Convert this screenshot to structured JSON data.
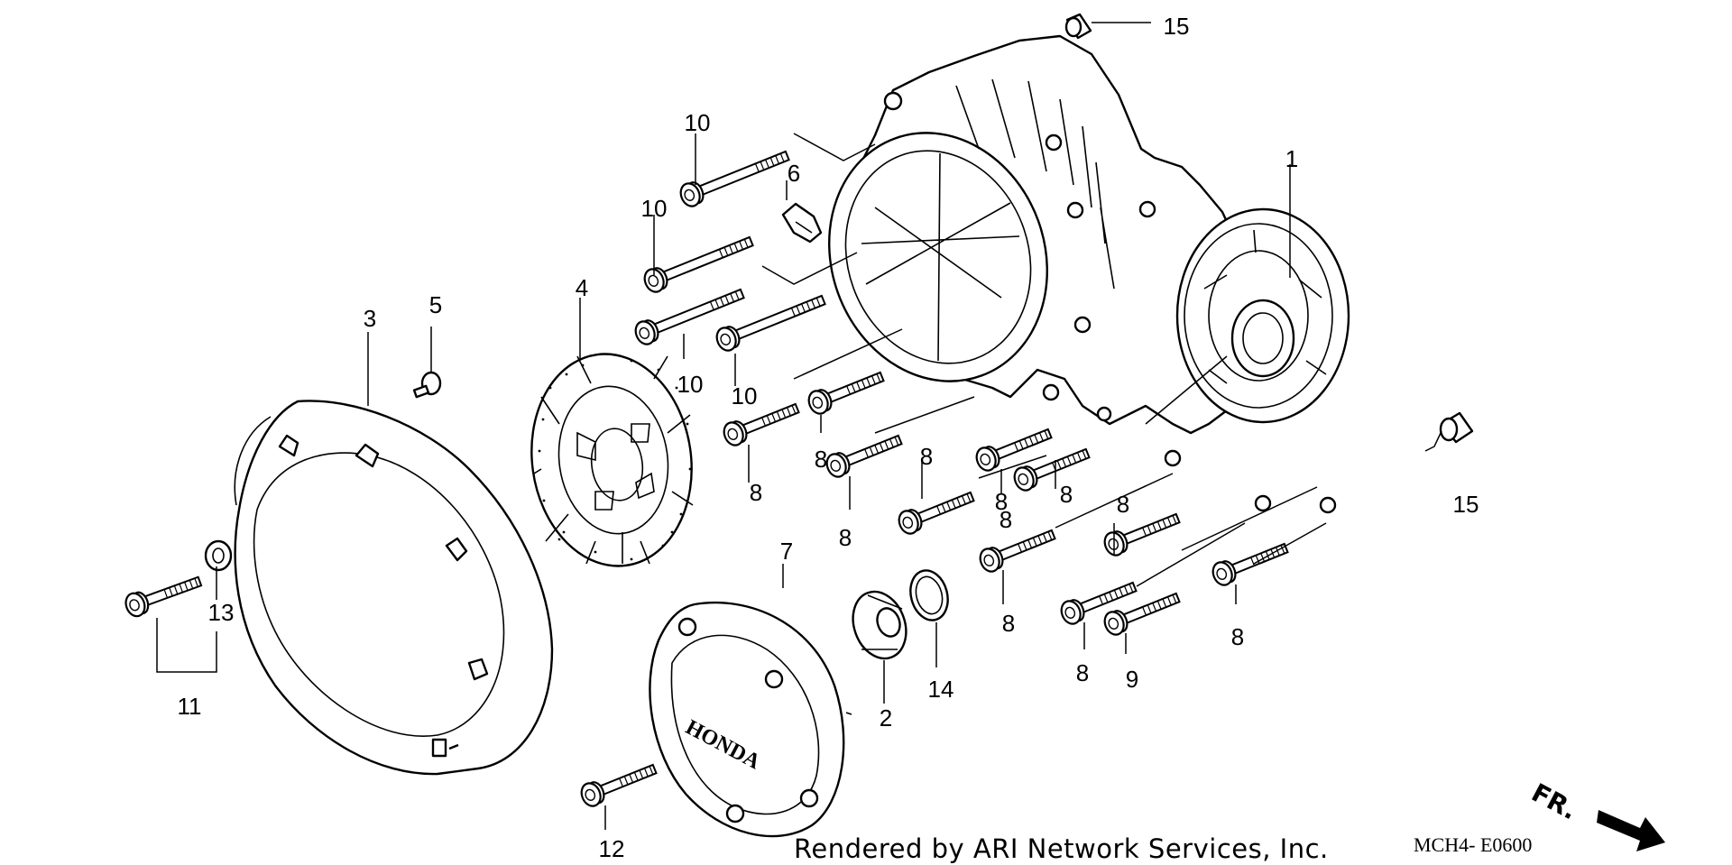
{
  "footer": {
    "credit": "Rendered by ARI Network Services, Inc.",
    "diagram_code": "MCH4- E0600"
  },
  "direction": {
    "label": "FR."
  },
  "callouts": [
    {
      "id": "c1",
      "text": "1"
    },
    {
      "id": "c2",
      "text": "2"
    },
    {
      "id": "c3",
      "text": "3"
    },
    {
      "id": "c4",
      "text": "4"
    },
    {
      "id": "c5",
      "text": "5"
    },
    {
      "id": "c6",
      "text": "6"
    },
    {
      "id": "c7",
      "text": "7"
    },
    {
      "id": "c8a",
      "text": "8"
    },
    {
      "id": "c8b",
      "text": "8"
    },
    {
      "id": "c8c",
      "text": "8"
    },
    {
      "id": "c8d",
      "text": "8"
    },
    {
      "id": "c8e",
      "text": "8"
    },
    {
      "id": "c8f",
      "text": "8"
    },
    {
      "id": "c8g",
      "text": "8"
    },
    {
      "id": "c8h",
      "text": "8"
    },
    {
      "id": "c8i",
      "text": "8"
    },
    {
      "id": "c8j",
      "text": "8"
    },
    {
      "id": "c8k",
      "text": "8"
    },
    {
      "id": "c9",
      "text": "9"
    },
    {
      "id": "c10a",
      "text": "10"
    },
    {
      "id": "c10b",
      "text": "10"
    },
    {
      "id": "c10c",
      "text": "10"
    },
    {
      "id": "c10d",
      "text": "10"
    },
    {
      "id": "c11",
      "text": "11"
    },
    {
      "id": "c12",
      "text": "12"
    },
    {
      "id": "c13",
      "text": "13"
    },
    {
      "id": "c14",
      "text": "14"
    },
    {
      "id": "c15a",
      "text": "15"
    },
    {
      "id": "c15b",
      "text": "15"
    }
  ],
  "cover_logo": "HONDA"
}
